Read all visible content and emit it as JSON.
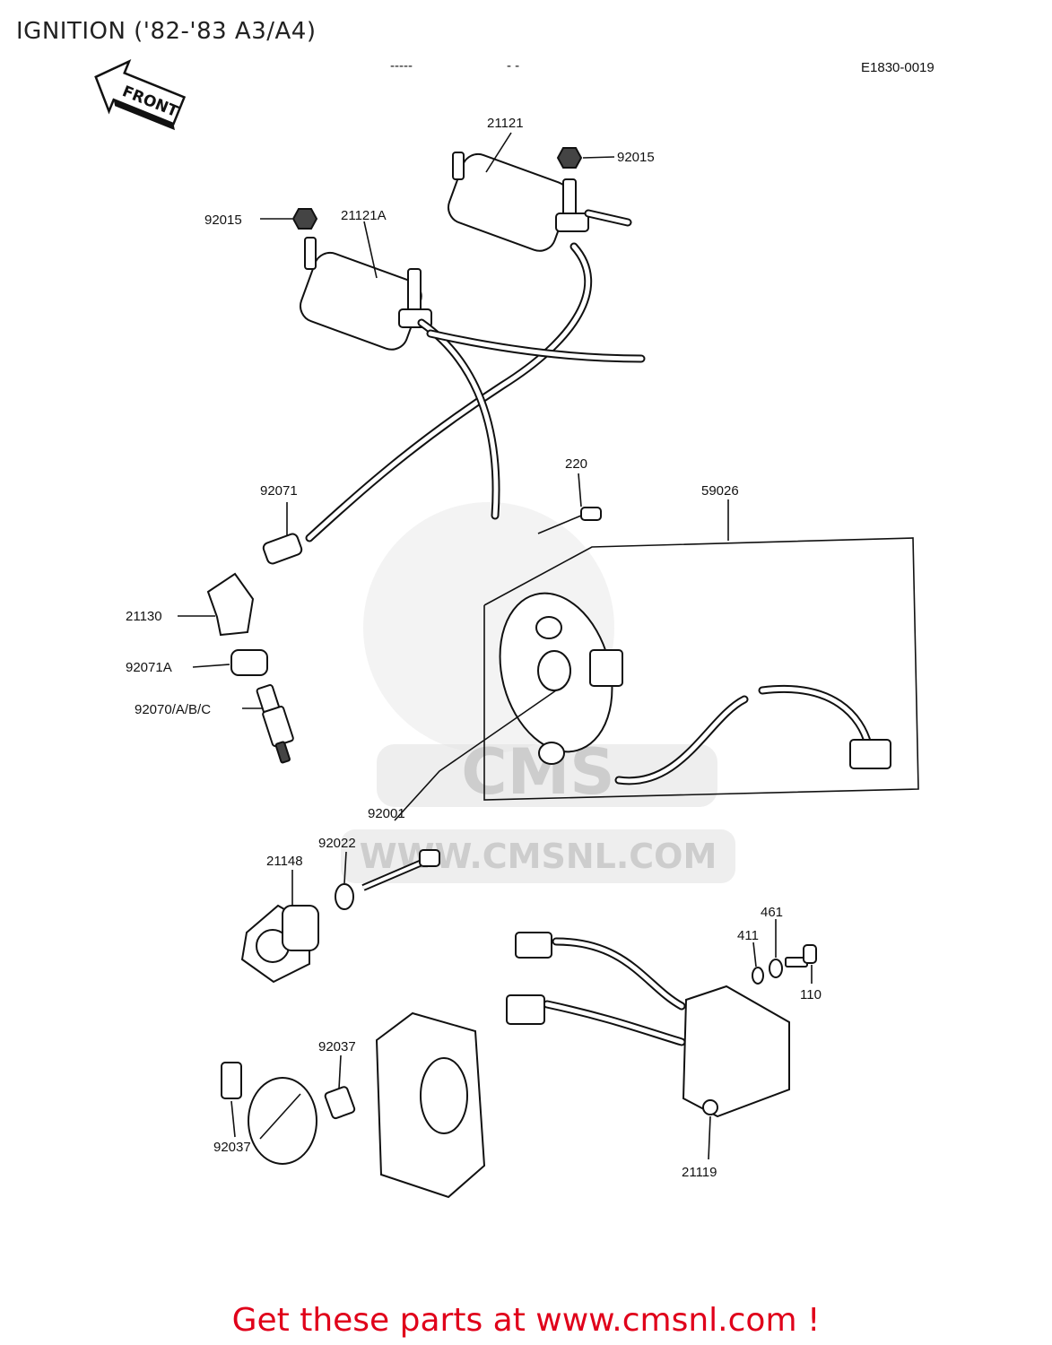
{
  "header": {
    "title": "IGNITION ('82-'83 A3/A4)",
    "ref_code": "E1830-0019"
  },
  "front_arrow": {
    "label": "FRONT"
  },
  "watermark": {
    "brand": "CMS",
    "url": "WWW.CMSNL.COM"
  },
  "parts": [
    {
      "id": "21121"
    },
    {
      "id": "92015"
    },
    {
      "id": "21121A"
    },
    {
      "id": "92071"
    },
    {
      "id": "21130"
    },
    {
      "id": "92071A"
    },
    {
      "id": "92070/A/B/C"
    },
    {
      "id": "220"
    },
    {
      "id": "59026"
    },
    {
      "id": "92001"
    },
    {
      "id": "92022"
    },
    {
      "id": "21148"
    },
    {
      "id": "461"
    },
    {
      "id": "411"
    },
    {
      "id": "110"
    },
    {
      "id": "92037"
    },
    {
      "id": "21119"
    }
  ],
  "footer": {
    "text": "Get these parts at www.cmsnl.com !"
  }
}
